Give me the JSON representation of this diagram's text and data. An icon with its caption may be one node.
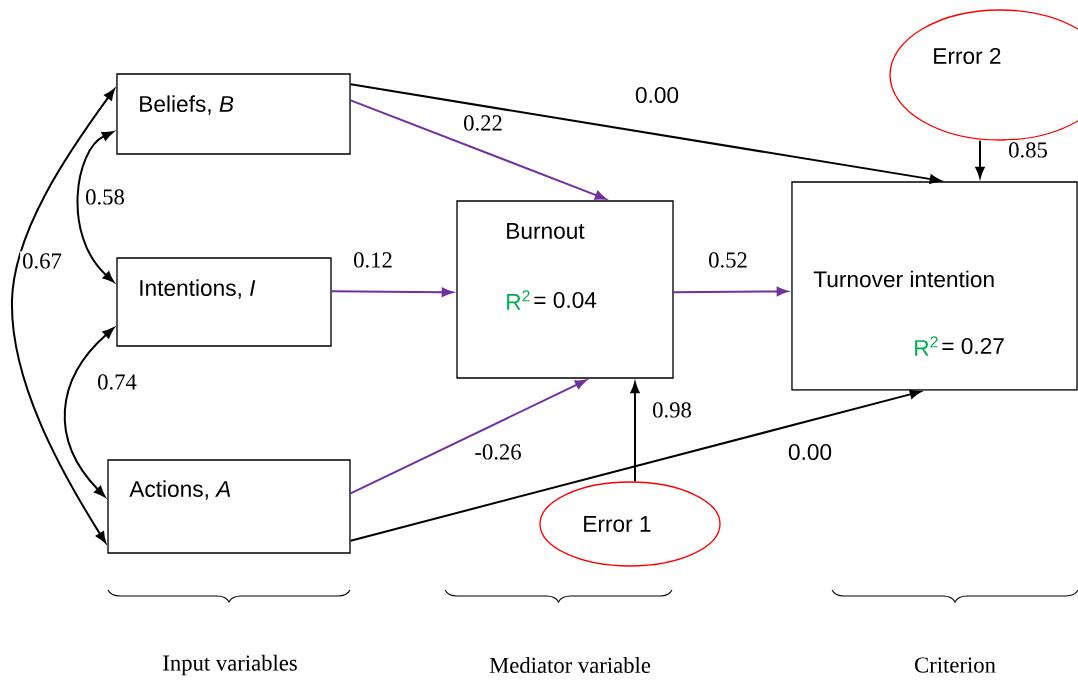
{
  "diagram": {
    "nodes": [
      {
        "text": [
          "Beliefs, *B*"
        ]
      },
      {
        "text": [
          "Intentions, *I*"
        ]
      },
      {
        "text": [
          "Actions, *A*"
        ]
      },
      {
        "text": [
          "Burnout",
          "R$^{2}$",
          "= 0.04"
        ]
      },
      {
        "text": [
          "Turnover intention",
          "R$^{2}$",
          "= 0.27"
        ]
      },
      {
        "text": [
          "Error 1"
        ]
      },
      {
        "text": [
          "Error 2"
        ]
      }
    ],
    "edges": [
      {
        "from": 0,
        "to": 1,
        "arrow": "both",
        "label": "0.58"
      },
      {
        "from": 0,
        "to": 2,
        "arrow": "both",
        "label": "0.67"
      },
      {
        "from": 1,
        "to": 2,
        "arrow": "both",
        "label": "0.74"
      },
      {
        "from": 0,
        "to": 3,
        "arrow": "to",
        "label": "0.22",
        "color": "#7030a0"
      },
      {
        "from": 1,
        "to": 3,
        "arrow": "to",
        "label": "0.12",
        "color": "#7030a0"
      },
      {
        "from": 2,
        "to": 3,
        "arrow": "to",
        "label": "-0.26",
        "color": "#7030a0"
      },
      {
        "from": 0,
        "to": 4,
        "arrow": "to",
        "label": "0.00"
      },
      {
        "from": 2,
        "to": 4,
        "arrow": "to",
        "label": "0.00"
      },
      {
        "from": 3,
        "to": 4,
        "arrow": "to",
        "label": "0.52",
        "color": "#7030a0"
      },
      {
        "from": 5,
        "to": 3,
        "arrow": "to",
        "label": "0.98"
      },
      {
        "from": 6,
        "to": 4,
        "arrow": "to",
        "label": "0.85"
      }
    ],
    "labels": [
      "Input variables",
      "Mediator variable",
      "Criterion"
    ]
  }
}
